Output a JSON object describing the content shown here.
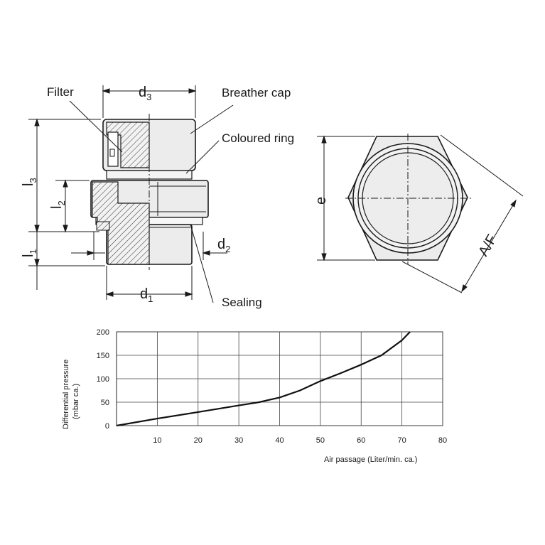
{
  "diagram": {
    "labels": {
      "filter": "Filter",
      "breather_cap": "Breather cap",
      "coloured_ring": "Coloured ring",
      "sealing": "Sealing"
    },
    "dimensions": {
      "d3": {
        "main": "d",
        "sub": "3"
      },
      "d2": {
        "main": "d",
        "sub": "2"
      },
      "d1": {
        "main": "d",
        "sub": "1"
      },
      "l3": {
        "main": "l",
        "sub": "3"
      },
      "l2": {
        "main": "l",
        "sub": "2"
      },
      "l1": {
        "main": "l",
        "sub": "1"
      },
      "e": "e",
      "af": "A/F"
    }
  },
  "chart_data": {
    "type": "line",
    "xlabel": "Air passage (Liter/min. ca.)",
    "ylabel_line1": "Differential pressure",
    "ylabel_line2": "(mbar ca.)",
    "xlim": [
      0,
      80
    ],
    "ylim": [
      0,
      200
    ],
    "x_ticks": [
      10,
      20,
      30,
      40,
      50,
      60,
      70,
      80
    ],
    "y_ticks": [
      0,
      50,
      100,
      150,
      200
    ],
    "grid": true,
    "series": [
      {
        "x": [
          0,
          10,
          20,
          30,
          35,
          40,
          45,
          50,
          55,
          60,
          65,
          70,
          72
        ],
        "y": [
          0,
          15,
          29,
          43,
          50,
          60,
          75,
          95,
          112,
          130,
          150,
          182,
          200
        ]
      }
    ]
  }
}
